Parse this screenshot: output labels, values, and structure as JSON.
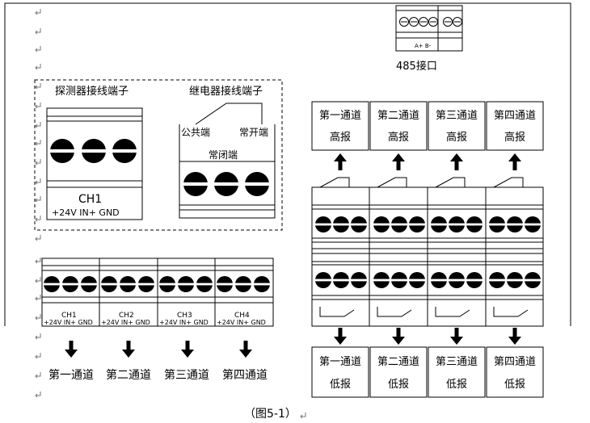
{
  "connector_485": {
    "pins": "A+ B-",
    "title": "485接口"
  },
  "detector_terminal": {
    "title": "探测器接线端子",
    "channel": "CH1",
    "pins": "+24V IN+  GND"
  },
  "relay_terminal": {
    "title": "继电器接线端子",
    "common": "公共端",
    "normally_open": "常开端",
    "normally_closed": "常闭端"
  },
  "channel_block": {
    "channels": [
      {
        "id": "CH1",
        "pins": "+24V IN+  GND"
      },
      {
        "id": "CH2",
        "pins": "+24V IN+  GND"
      },
      {
        "id": "CH3",
        "pins": "+24V IN+  GND"
      },
      {
        "id": "CH4",
        "pins": "+24V IN+  GND"
      }
    ],
    "outputs": [
      "第一通道",
      "第二通道",
      "第三通道",
      "第四通道"
    ]
  },
  "high_alarms": [
    {
      "channel": "第一通道",
      "state": "高报"
    },
    {
      "channel": "第二通道",
      "state": "高报"
    },
    {
      "channel": "第三通道",
      "state": "高报"
    },
    {
      "channel": "第四通道",
      "state": "高报"
    }
  ],
  "low_alarms": [
    {
      "channel": "第一通道",
      "state": "低报"
    },
    {
      "channel": "第二通道",
      "state": "低报"
    },
    {
      "channel": "第三通道",
      "state": "低报"
    },
    {
      "channel": "第四通道",
      "state": "低报"
    }
  ],
  "caption": "（图5-1）"
}
